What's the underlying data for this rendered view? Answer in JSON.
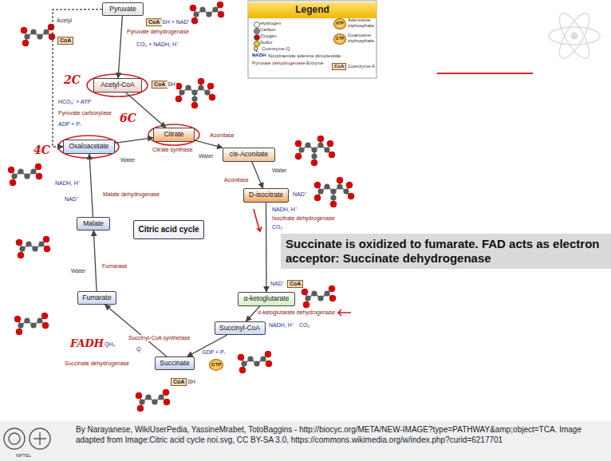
{
  "diagram": {
    "nodes": [
      {
        "text": [
          "Pyruvate"
        ]
      },
      {
        "text": [
          "Acetyl-CoA"
        ]
      },
      {
        "text": [
          "Citrate"
        ]
      },
      {
        "text": [
          "cis-Aconitate"
        ]
      },
      {
        "text": [
          "D-isocitrate"
        ]
      },
      {
        "text": [
          "α-ketoglutarate"
        ]
      },
      {
        "text": [
          "Succinyl-CoA"
        ]
      },
      {
        "text": [
          "Succinate"
        ]
      },
      {
        "text": [
          "Fumarate"
        ]
      },
      {
        "text": [
          "Malate"
        ]
      },
      {
        "text": [
          "Oxaloacetate"
        ]
      },
      {
        "text": [
          "Citric acid cycle"
        ]
      },
      {
        "text": [
          "Succinate is oxidized to fumarate. FAD acts as electron acceptor: Succinate dehydrogenase"
        ]
      }
    ],
    "edges": [
      {
        "from": 0,
        "to": 1,
        "label": "Pyruvate dehydrogenase",
        "arrow": "to"
      },
      {
        "from": 1,
        "to": 2,
        "arrow": "to"
      },
      {
        "from": 10,
        "to": 2,
        "label": "Citrate synthase",
        "arrow": "to"
      },
      {
        "from": 2,
        "to": 3,
        "label": "Aconitase",
        "arrow": "to"
      },
      {
        "from": 3,
        "to": 4,
        "label": "Aconitase",
        "arrow": "to"
      },
      {
        "from": 4,
        "to": 5,
        "label": "Isocitrate dehydrogenase",
        "arrow": "to"
      },
      {
        "from": 5,
        "to": 6,
        "label": "α-ketoglutarate dehydrogenase",
        "arrow": "to"
      },
      {
        "from": 6,
        "to": 7,
        "label": "Succinyl-CoA synthetase",
        "arrow": "to"
      },
      {
        "from": 7,
        "to": 8,
        "label": "Succinate dehydrogenase",
        "arrow": "to"
      },
      {
        "from": 8,
        "to": 9,
        "label": "Fumarase",
        "arrow": "to"
      },
      {
        "from": 9,
        "to": 10,
        "label": "Malate dehydrogenase",
        "arrow": "to"
      },
      {
        "from": 0,
        "to": 10,
        "label": "Pyruvate carboxylase",
        "arrow": "to"
      }
    ],
    "labels": [
      "Legend",
      "Q",
      "NADH",
      "Pyruvate dehydrogenase",
      "ATP",
      "GTP",
      "CoA",
      "Acetyl",
      "CoA",
      "CoA",
      "SH + NAD⁺",
      "CO₂ + NADH, H⁺",
      "CoA",
      "SH",
      "HCO₃⁻ + ATP",
      "ADP + Pᵢ",
      "2C",
      "6C",
      "4C",
      "Water",
      "Water",
      "Water",
      "NAD⁺",
      "NADH, H⁺",
      "CO₂",
      "NAD⁺",
      "CoA",
      "NADH, H⁺",
      "CO₂",
      "GDP + Pᵢ",
      "GTP",
      "CoA",
      "SH",
      "QH₂",
      "Q",
      "FADH",
      "Water",
      "NADH, H⁺",
      "NAD⁺",
      "By Narayanese, WikiUserPedia, YassineMrabet, TotoBaggins - http://biocyc.org/META/NEW-IMAGE?type=PATHWAY&amp;object=TCA. Image adapted from Image:Citric acid cycle noi.svg, CC BY-SA 3.0, https://commons.wikimedia.org/w/index.php?curid=6217701",
      "NPTEL"
    ],
    "legend": [
      {
        "text": "Hydrogen",
        "color": "#ffffff"
      },
      {
        "text": "Carbon",
        "color": "#808080"
      },
      {
        "text": "Oxygen",
        "color": "#cc0000"
      },
      {
        "text": "Sulfur",
        "color": "#e6d200"
      },
      {
        "text": "Coenzyme-Q"
      },
      {
        "text": "Nicotinamide adenine dinucleotide"
      },
      {
        "text": "Enzyme"
      },
      {
        "text": "Adenosine triphosphate"
      },
      {
        "text": "Guanosine triphosphate"
      },
      {
        "text": "Coenzyme A"
      }
    ]
  }
}
